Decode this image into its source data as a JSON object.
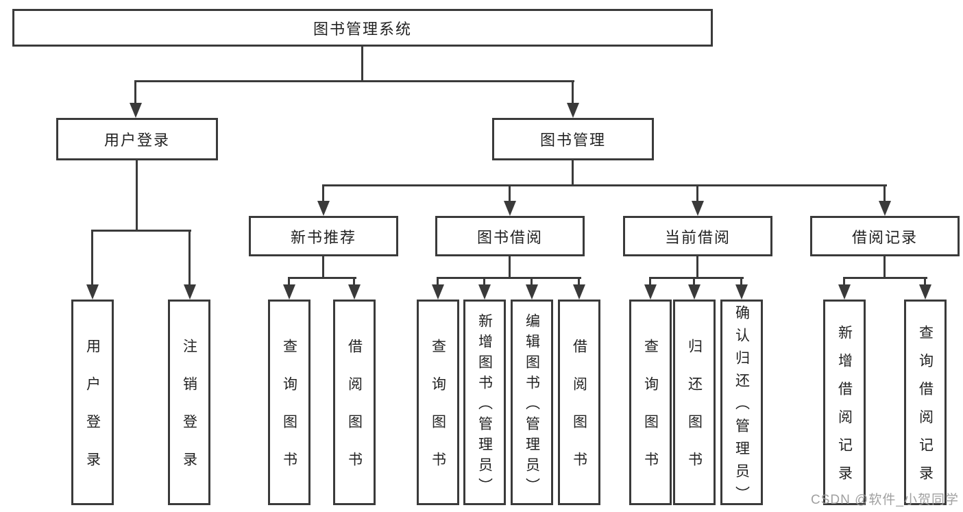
{
  "diagram": {
    "title": "图书管理系统",
    "branches": [
      {
        "label": "用户登录",
        "children": [
          "用户登录",
          "注销登录"
        ]
      },
      {
        "label": "图书管理",
        "children": [
          {
            "label": "新书推荐",
            "children": [
              "查询图书",
              "借阅图书"
            ]
          },
          {
            "label": "图书借阅",
            "children": [
              "查询图书",
              "新增图书（管理员）",
              "编辑图书（管理员）",
              "借阅图书"
            ]
          },
          {
            "label": "当前借阅",
            "children": [
              "查询图书",
              "归还图书",
              "确认归还（管理员）"
            ]
          },
          {
            "label": "借阅记录",
            "children": [
              "新增借阅记录",
              "查询借阅记录"
            ]
          }
        ]
      }
    ]
  },
  "colors": {
    "line": "#3a3a3a",
    "background": "#ffffff",
    "watermark": "#9b9b9b"
  },
  "watermark": "CSDN @软件_小贺同学"
}
